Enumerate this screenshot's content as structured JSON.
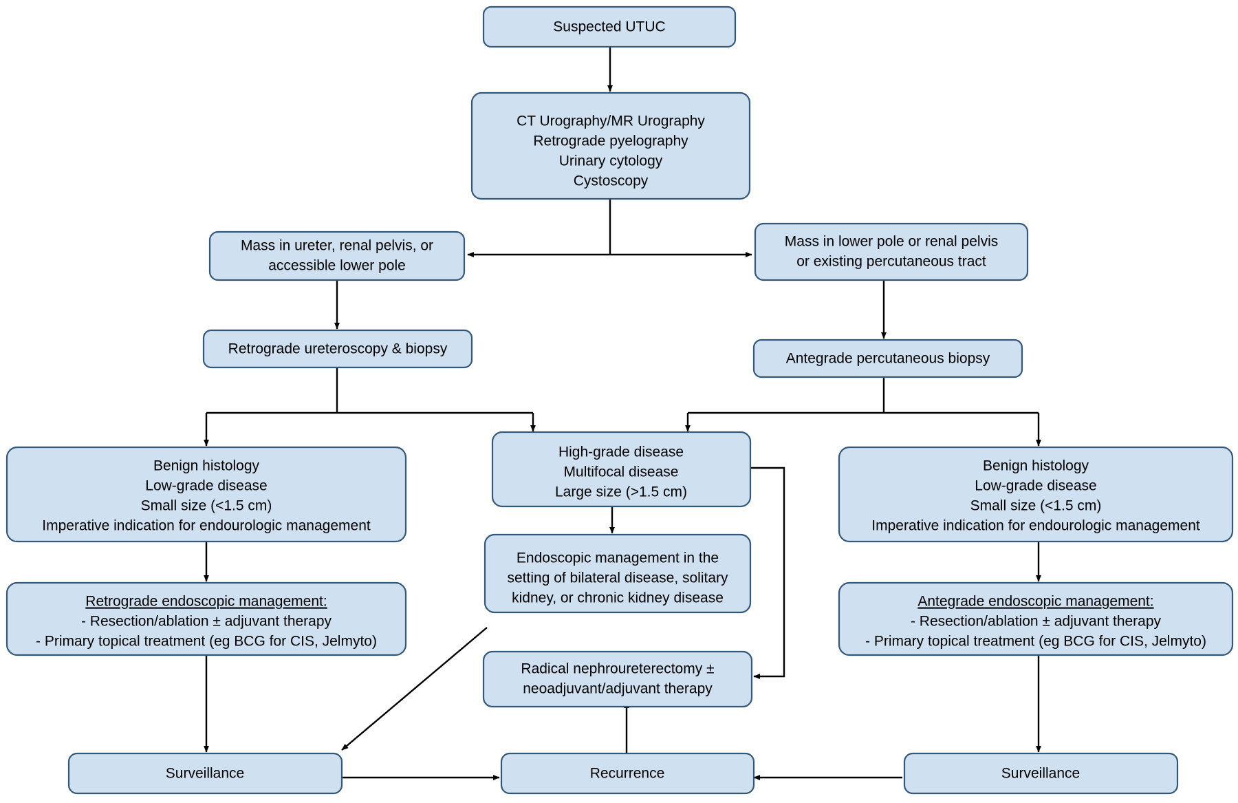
{
  "diagram": {
    "title": "Suspected UTUC management algorithm",
    "colors": {
      "node_fill": "#cfe0f0",
      "node_stroke": "#33587a",
      "edge_stroke": "#000000",
      "text": "#000000",
      "background": "#ffffff"
    },
    "nodes": [
      {
        "id": "suspected-utuc",
        "lines": [
          "Suspected UTUC"
        ]
      },
      {
        "id": "imaging-workup",
        "lines": [
          "CT Urography/MR Urography",
          "Retrograde pyelography",
          "Urinary cytology",
          "Cystoscopy"
        ]
      },
      {
        "id": "mass-ureter-renal-pelvis",
        "lines": [
          "Mass in ureter, renal pelvis, or",
          "accessible lower pole"
        ]
      },
      {
        "id": "mass-lower-pole-percutaneous",
        "lines": [
          "Mass in lower pole or renal pelvis",
          "or existing percutaneous tract"
        ]
      },
      {
        "id": "retrograde-ureteroscopy-biopsy",
        "lines": [
          "Retrograde ureteroscopy & biopsy"
        ]
      },
      {
        "id": "antegrade-percutaneous-biopsy",
        "lines": [
          "Antegrade percutaneous biopsy"
        ]
      },
      {
        "id": "benign-histology-left",
        "lines": [
          "Benign histology",
          "Low-grade disease",
          "Small size (<1.5 cm)",
          "Imperative indication for endourologic management"
        ]
      },
      {
        "id": "high-grade-disease",
        "lines": [
          "High-grade disease",
          "Multifocal disease",
          "Large size (>1.5 cm)"
        ]
      },
      {
        "id": "benign-histology-right",
        "lines": [
          "Benign histology",
          "Low-grade disease",
          "Small size (<1.5 cm)",
          "Imperative indication for endourologic management"
        ]
      },
      {
        "id": "retrograde-endoscopic-management",
        "lines": [
          "Retrograde endoscopic management:",
          "- Resection/ablation ± adjuvant therapy",
          "- Primary topical treatment (eg BCG for CIS, Jelmyto)"
        ],
        "underline_first_line": true
      },
      {
        "id": "endoscopic-management-special",
        "lines": [
          "Endoscopic management in the",
          "setting of bilateral disease, solitary",
          "kidney, or chronic kidney disease"
        ]
      },
      {
        "id": "antegrade-endoscopic-management",
        "lines": [
          "Antegrade endoscopic management:",
          "- Resection/ablation ± adjuvant therapy",
          "- Primary topical treatment (eg BCG for CIS, Jelmyto)"
        ],
        "underline_first_line": true
      },
      {
        "id": "radical-nephroureterectomy",
        "lines": [
          "Radical nephroureterectomy ±",
          "neoadjuvant/adjuvant therapy"
        ]
      },
      {
        "id": "surveillance-left",
        "lines": [
          "Surveillance"
        ]
      },
      {
        "id": "recurrence",
        "lines": [
          "Recurrence"
        ]
      },
      {
        "id": "surveillance-right",
        "lines": [
          "Surveillance"
        ]
      }
    ],
    "edges": [
      {
        "from": "suspected-utuc",
        "to": "imaging-workup"
      },
      {
        "from": "imaging-workup",
        "to": "mass-ureter-renal-pelvis"
      },
      {
        "from": "imaging-workup",
        "to": "mass-lower-pole-percutaneous"
      },
      {
        "from": "mass-ureter-renal-pelvis",
        "to": "retrograde-ureteroscopy-biopsy"
      },
      {
        "from": "mass-lower-pole-percutaneous",
        "to": "antegrade-percutaneous-biopsy"
      },
      {
        "from": "retrograde-ureteroscopy-biopsy",
        "to": "benign-histology-left"
      },
      {
        "from": "retrograde-ureteroscopy-biopsy",
        "to": "high-grade-disease"
      },
      {
        "from": "antegrade-percutaneous-biopsy",
        "to": "high-grade-disease"
      },
      {
        "from": "antegrade-percutaneous-biopsy",
        "to": "benign-histology-right"
      },
      {
        "from": "benign-histology-left",
        "to": "retrograde-endoscopic-management"
      },
      {
        "from": "benign-histology-right",
        "to": "antegrade-endoscopic-management"
      },
      {
        "from": "high-grade-disease",
        "to": "endoscopic-management-special"
      },
      {
        "from": "high-grade-disease",
        "to": "radical-nephroureterectomy"
      },
      {
        "from": "endoscopic-management-special",
        "to": "surveillance-left"
      },
      {
        "from": "retrograde-endoscopic-management",
        "to": "surveillance-left"
      },
      {
        "from": "antegrade-endoscopic-management",
        "to": "surveillance-right"
      },
      {
        "from": "surveillance-left",
        "to": "recurrence"
      },
      {
        "from": "surveillance-right",
        "to": "recurrence"
      },
      {
        "from": "recurrence",
        "to": "radical-nephroureterectomy"
      }
    ]
  }
}
